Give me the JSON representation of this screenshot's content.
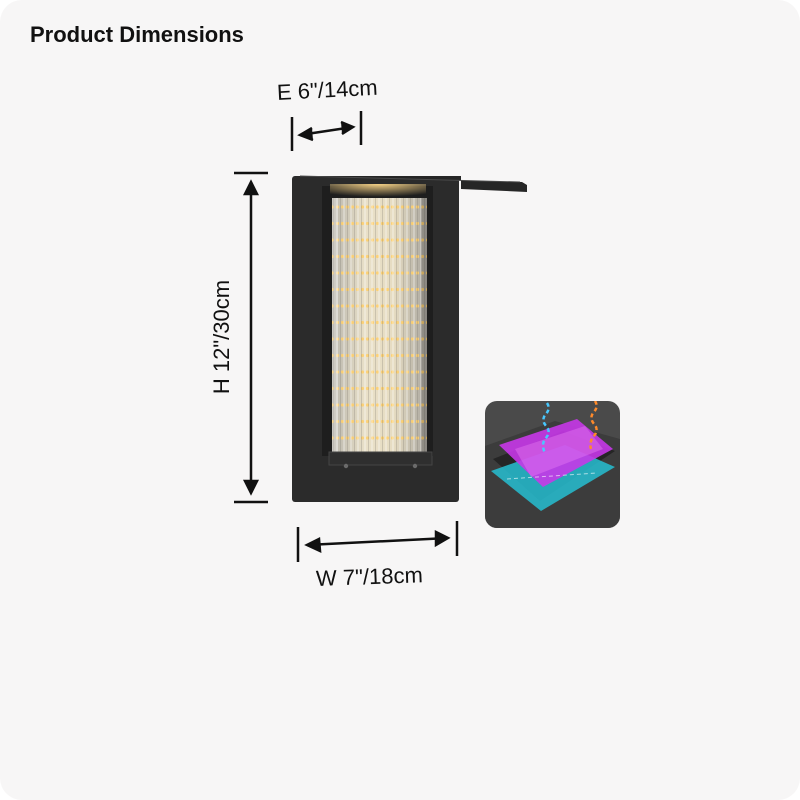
{
  "title": "Product Dimensions",
  "dimensions": {
    "extension": "E 6\"/14cm",
    "height": "H 12\"/30cm",
    "width": "W 7\"/18cm"
  },
  "colors": {
    "background": "#f7f6f6",
    "fixture_body": "#2b2b2b",
    "glow": "#f7c66a",
    "arrow": "#111111",
    "film_magenta": "#c637e8",
    "film_cyan": "#27b7c9"
  },
  "inset_icon": "layered-coating-illustration"
}
